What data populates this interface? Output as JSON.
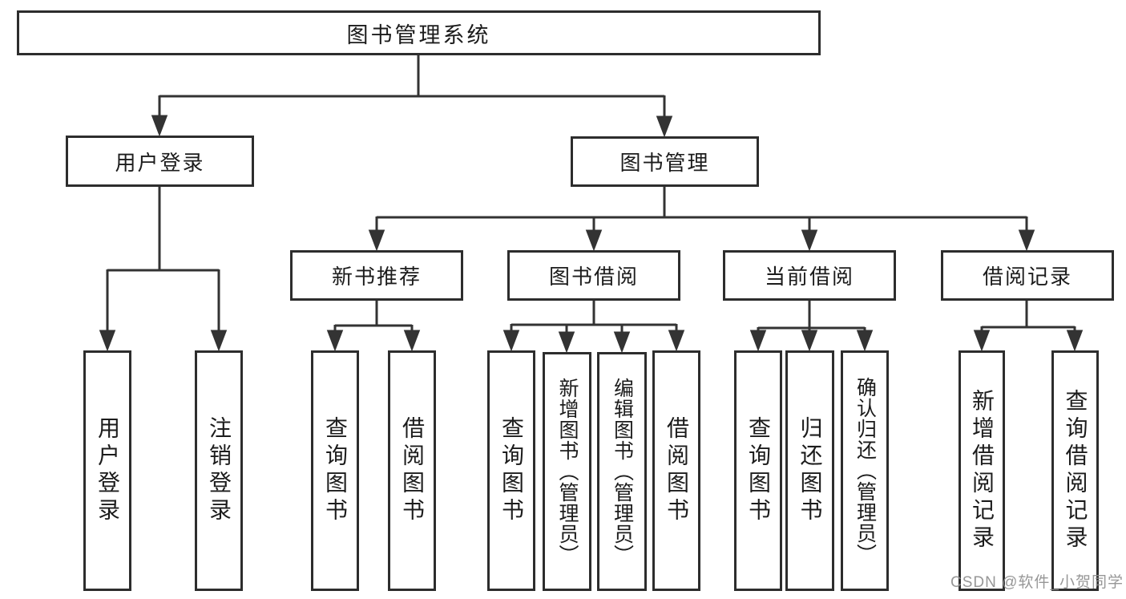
{
  "diagram": {
    "title": "图书管理系统",
    "watermark": "CSDN @软件_小贺同学",
    "colors": {
      "line": "#333333",
      "border": "#2d2d2d",
      "text": "#1c1c1c",
      "background": "#ffffff",
      "watermark": "#8e8e8e"
    },
    "root": {
      "label": "图书管理系统"
    },
    "level2": [
      {
        "label": "用户登录",
        "parent": "图书管理系统"
      },
      {
        "label": "图书管理",
        "parent": "图书管理系统"
      }
    ],
    "level3": [
      {
        "label": "新书推荐",
        "parent": "图书管理"
      },
      {
        "label": "图书借阅",
        "parent": "图书管理"
      },
      {
        "label": "当前借阅",
        "parent": "图书管理"
      },
      {
        "label": "借阅记录",
        "parent": "图书管理"
      }
    ],
    "leaves": [
      {
        "label": "用户登录",
        "parent": "用户登录"
      },
      {
        "label": "注销登录",
        "parent": "用户登录"
      },
      {
        "label": "查询图书",
        "parent": "新书推荐"
      },
      {
        "label": "借阅图书",
        "parent": "新书推荐"
      },
      {
        "label": "查询图书",
        "parent": "图书借阅"
      },
      {
        "label": "新增图书（管理员）",
        "parent": "图书借阅"
      },
      {
        "label": "编辑图书（管理员）",
        "parent": "图书借阅"
      },
      {
        "label": "借阅图书",
        "parent": "图书借阅"
      },
      {
        "label": "查询图书",
        "parent": "当前借阅"
      },
      {
        "label": "归还图书",
        "parent": "当前借阅"
      },
      {
        "label": "确认归还（管理员）",
        "parent": "当前借阅"
      },
      {
        "label": "新增借阅记录",
        "parent": "借阅记录"
      },
      {
        "label": "查询借阅记录",
        "parent": "借阅记录"
      }
    ]
  }
}
